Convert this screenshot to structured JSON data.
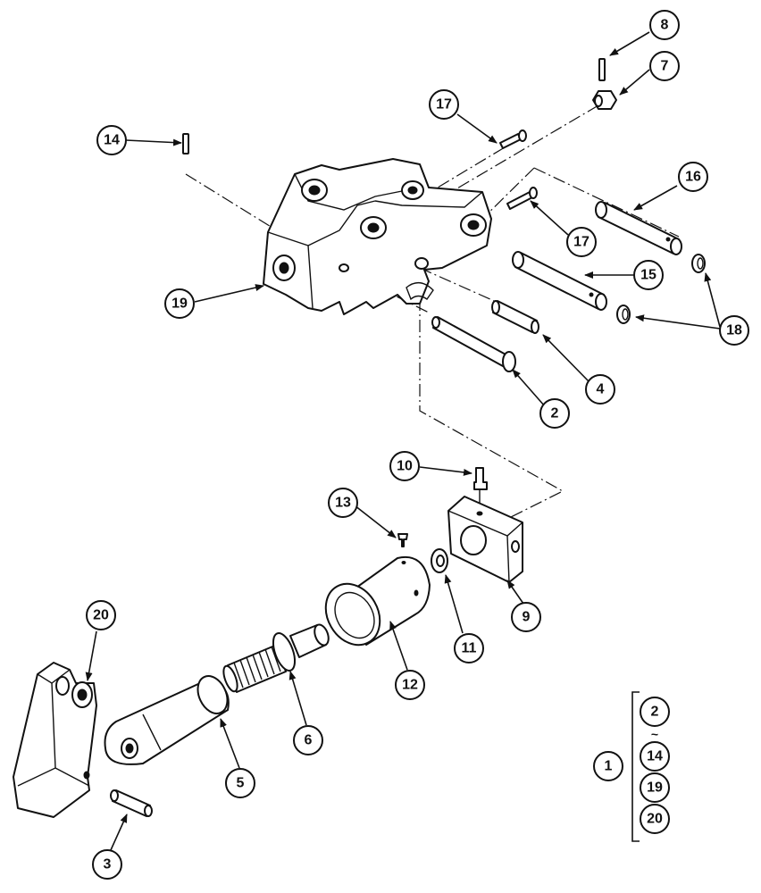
{
  "callouts": {
    "c1": "1",
    "c2": "2",
    "c3": "3",
    "c4": "4",
    "c5": "5",
    "c6": "6",
    "c7": "7",
    "c8": "8",
    "c9": "9",
    "c10": "10",
    "c11": "11",
    "c12": "12",
    "c13": "13",
    "c14": "14",
    "c15": "15",
    "c16": "16",
    "c17a": "17",
    "c17b": "17",
    "c18": "18",
    "c19": "19",
    "c20": "20"
  },
  "assembly_legend": {
    "assembly": "1",
    "range_start": "2",
    "range_symbol": "~",
    "range_end": "14",
    "extra_1": "19",
    "extra_2": "20"
  }
}
